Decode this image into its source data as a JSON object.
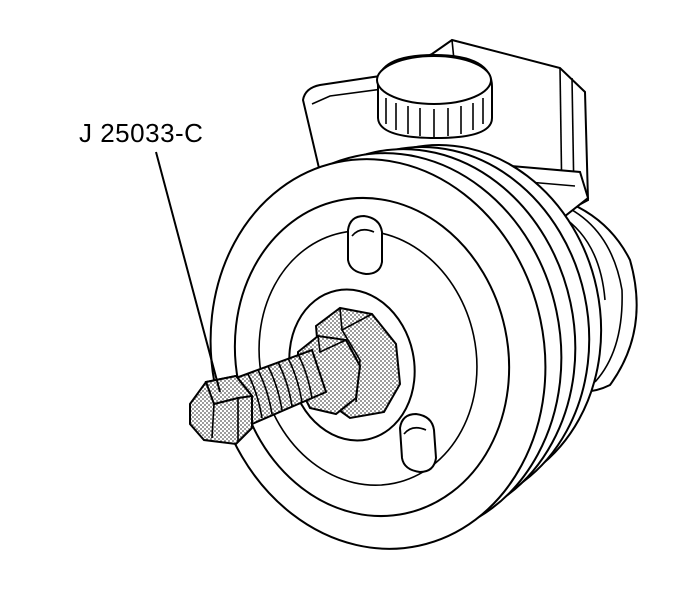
{
  "callout": {
    "label": "J 25033-C"
  },
  "colors": {
    "line": "#000000",
    "background": "#ffffff",
    "stipple": "#8a8a8a"
  },
  "icons": [
    "power-steering-pump",
    "pulley",
    "pulley-installer-tool",
    "reservoir-cap"
  ]
}
